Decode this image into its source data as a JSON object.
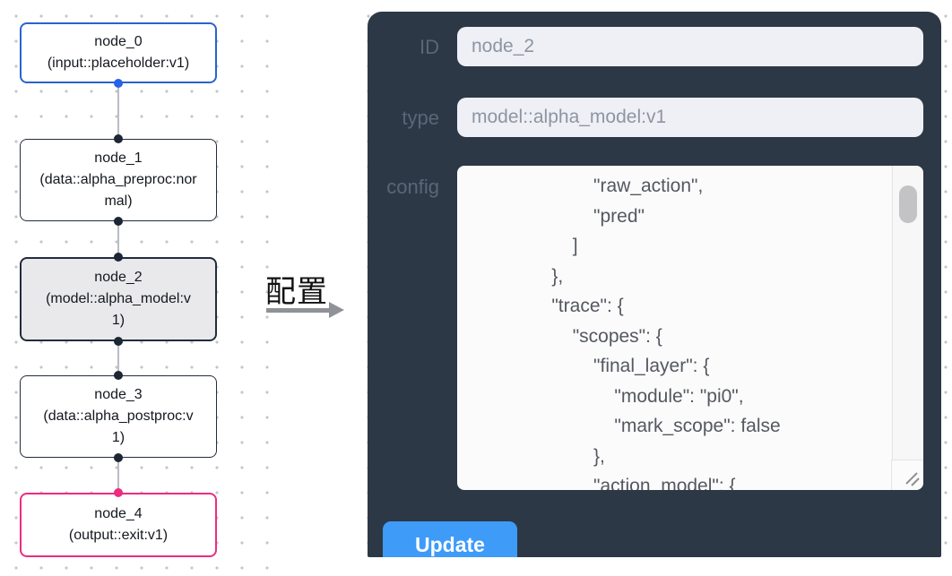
{
  "flow": {
    "nodes": [
      {
        "title": "node_0",
        "subtitle": "(input::placeholder:v1)"
      },
      {
        "title": "node_1",
        "subtitle": "(data::alpha_preproc:normal)"
      },
      {
        "title": "node_2",
        "subtitle": "(model::alpha_model:v1)"
      },
      {
        "title": "node_3",
        "subtitle": "(data::alpha_postproc:v1)"
      },
      {
        "title": "node_4",
        "subtitle": "(output::exit:v1)"
      }
    ]
  },
  "annotation": {
    "label": "配置"
  },
  "panel": {
    "id_label": "ID",
    "id_value": "node_2",
    "type_label": "type",
    "type_value": "model::alpha_model:v1",
    "config_label": "config",
    "config_text": "                        \"raw_action\",\n                        \"pred\"\n                    ]\n                },\n                \"trace\": {\n                    \"scopes\": {\n                        \"final_layer\": {\n                            \"module\": \"pi0\",\n                            \"mark_scope\": false\n                        },\n                        \"action_model\": {",
    "update_label": "Update"
  },
  "colors": {
    "panel_bg": "#2d3847",
    "update_button_blue": "#3e9bf8",
    "input_node_border_blue": "#2a63cf",
    "output_node_border_pink": "#ee2b80",
    "selected_node_bg": "#e9e9eb",
    "handle_dark": "#1c2634"
  }
}
